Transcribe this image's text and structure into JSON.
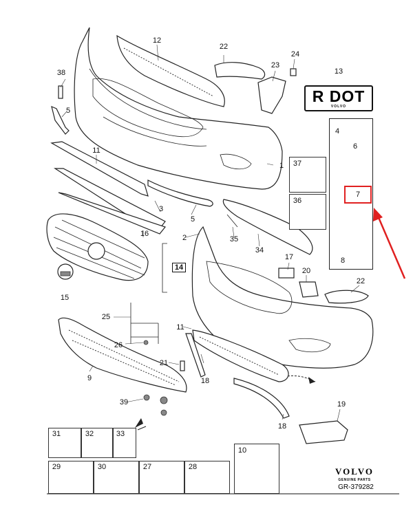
{
  "callouts": [
    "1",
    "2",
    "3",
    "4",
    "5",
    "5",
    "6",
    "7",
    "8",
    "9",
    "10",
    "11",
    "11",
    "12",
    "13",
    "14",
    "15",
    "16",
    "17",
    "18",
    "18",
    "19",
    "20",
    "21",
    "22",
    "22",
    "23",
    "24",
    "25",
    "26",
    "27",
    "28",
    "29",
    "30",
    "31",
    "32",
    "33",
    "34",
    "35",
    "36",
    "37",
    "38",
    "39"
  ],
  "boxed_callout": "14",
  "label_plate": {
    "main": "R DOT",
    "sub": "VOLVO"
  },
  "brand": {
    "logo": "VOLVO",
    "sub": "GENUINE PARTS"
  },
  "reference": "GR-379282",
  "highlight": {
    "part": "7",
    "color": "#e02020"
  },
  "arrow_color": "#e02020"
}
